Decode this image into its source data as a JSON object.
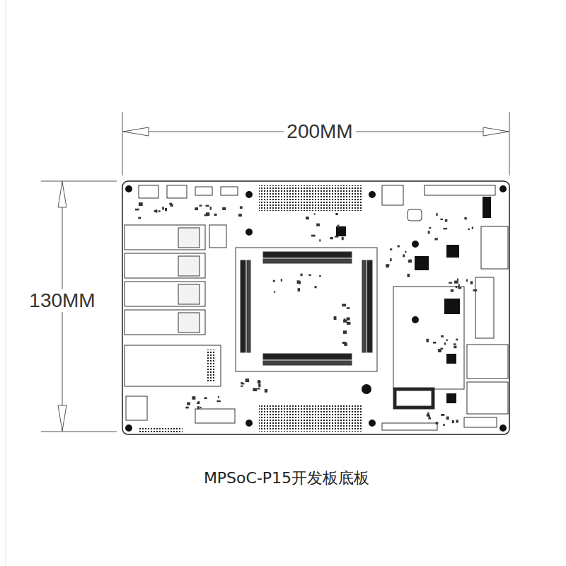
{
  "diagram": {
    "caption": "MPSoC-P15开发板底板",
    "labels": [
      "200MM",
      "130MM"
    ]
  }
}
